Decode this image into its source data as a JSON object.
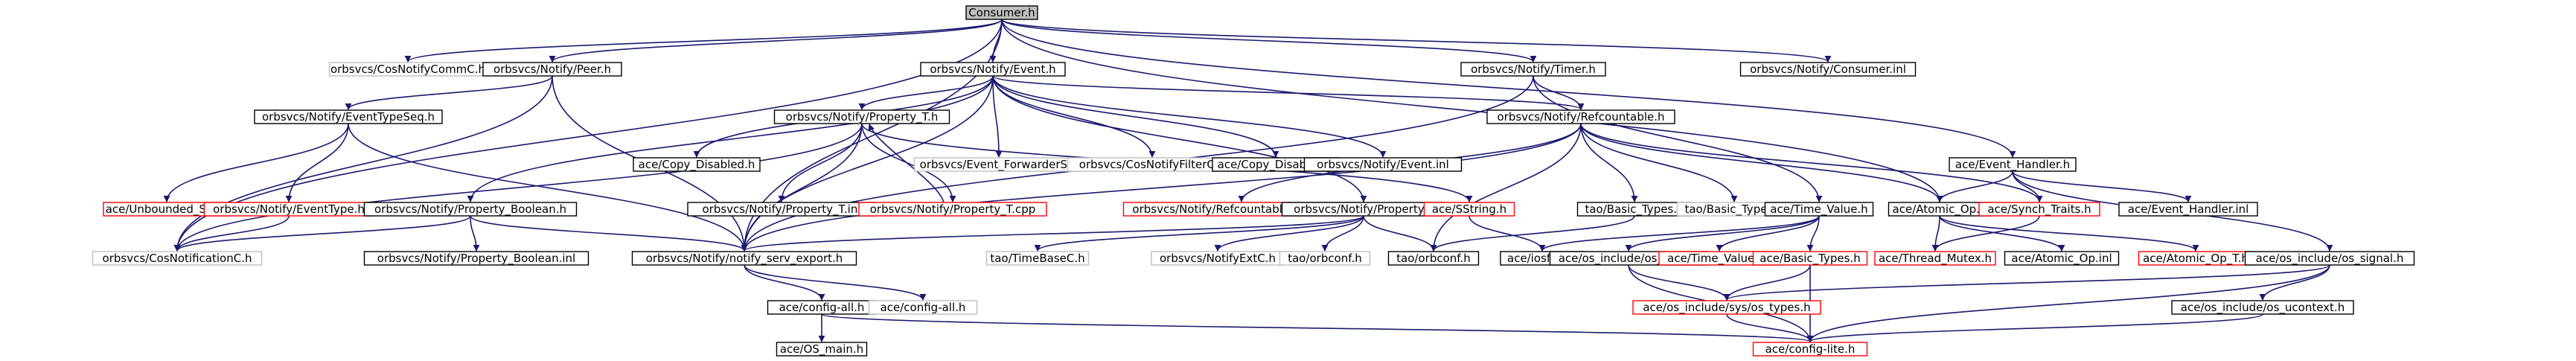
{
  "nodes": [
    {
      "id": "consumer_h",
      "label": "Consumer.h",
      "style": "root"
    },
    {
      "id": "cosnotifycommc_h",
      "label": "orbsvcs/CosNotifyCommC.h",
      "style": "external"
    },
    {
      "id": "peer_h",
      "label": "orbsvcs/Notify/Peer.h",
      "style": "normal"
    },
    {
      "id": "event_h",
      "label": "orbsvcs/Notify/Event.h",
      "style": "normal"
    },
    {
      "id": "timer_h",
      "label": "orbsvcs/Notify/Timer.h",
      "style": "normal"
    },
    {
      "id": "consumer_inl",
      "label": "orbsvcs/Notify/Consumer.inl",
      "style": "normal"
    },
    {
      "id": "eventtypeseq_h",
      "label": "orbsvcs/Notify/EventTypeSeq.h",
      "style": "normal"
    },
    {
      "id": "copy_disabled_h_1",
      "label": "ace/Copy_Disabled.h",
      "style": "normal"
    },
    {
      "id": "property_t_h",
      "label": "orbsvcs/Notify/Property_T.h",
      "style": "normal"
    },
    {
      "id": "event_forwarders_h",
      "label": "orbsvcs/Event_ForwarderS.h",
      "style": "external"
    },
    {
      "id": "cosnotifyfilterc_h",
      "label": "orbsvcs/CosNotifyFilterC.h",
      "style": "external"
    },
    {
      "id": "copy_disabled_h_2",
      "label": "ace/Copy_Disabled.h",
      "style": "normal"
    },
    {
      "id": "event_inl",
      "label": "orbsvcs/Notify/Event.inl",
      "style": "normal"
    },
    {
      "id": "refcountable_h",
      "label": "orbsvcs/Notify/Refcountable.h",
      "style": "normal"
    },
    {
      "id": "event_handler_h",
      "label": "ace/Event_Handler.h",
      "style": "normal"
    },
    {
      "id": "unbounded_set_h",
      "label": "ace/Unbounded_Set.h",
      "style": "missing"
    },
    {
      "id": "eventtype_h",
      "label": "orbsvcs/Notify/EventType.h",
      "style": "missing"
    },
    {
      "id": "property_boolean_h",
      "label": "orbsvcs/Notify/Property_Boolean.h",
      "style": "normal"
    },
    {
      "id": "property_t_inl",
      "label": "orbsvcs/Notify/Property_T.inl",
      "style": "normal"
    },
    {
      "id": "property_t_cpp",
      "label": "orbsvcs/Notify/Property_T.cpp",
      "style": "missing"
    },
    {
      "id": "refcountable_guard_t_h",
      "label": "orbsvcs/Notify/Refcountable_Guard_T.h",
      "style": "missing"
    },
    {
      "id": "property_h",
      "label": "orbsvcs/Notify/Property.h",
      "style": "normal"
    },
    {
      "id": "sstring_h",
      "label": "ace/SString.h",
      "style": "missing"
    },
    {
      "id": "tao_basic_types_h",
      "label": "tao/Basic_Types.h",
      "style": "normal"
    },
    {
      "id": "tao_basic_types_h_ext",
      "label": "tao/Basic_Types.h",
      "style": "external"
    },
    {
      "id": "time_value_h",
      "label": "ace/Time_Value.h",
      "style": "normal"
    },
    {
      "id": "atomic_op_h",
      "label": "ace/Atomic_Op.h",
      "style": "normal"
    },
    {
      "id": "synch_traits_h",
      "label": "ace/Synch_Traits.h",
      "style": "missing"
    },
    {
      "id": "event_handler_inl",
      "label": "ace/Event_Handler.inl",
      "style": "normal"
    },
    {
      "id": "cosnotificationc_h",
      "label": "orbsvcs/CosNotificationC.h",
      "style": "external"
    },
    {
      "id": "property_boolean_inl",
      "label": "orbsvcs/Notify/Property_Boolean.inl",
      "style": "normal"
    },
    {
      "id": "notify_serv_export_h",
      "label": "orbsvcs/Notify/notify_serv_export.h",
      "style": "normal"
    },
    {
      "id": "timebasec_h",
      "label": "tao/TimeBaseC.h",
      "style": "external"
    },
    {
      "id": "notifyextc_h",
      "label": "orbsvcs/NotifyExtC.h",
      "style": "external"
    },
    {
      "id": "orbconf_h_ext",
      "label": "tao/orbconf.h",
      "style": "external"
    },
    {
      "id": "orbconf_h",
      "label": "tao/orbconf.h",
      "style": "normal"
    },
    {
      "id": "iosfwd_h",
      "label": "ace/iosfwd.h",
      "style": "normal"
    },
    {
      "id": "os_time_h",
      "label": "ace/os_include/os_time.h",
      "style": "normal"
    },
    {
      "id": "time_value_inl",
      "label": "ace/Time_Value.inl",
      "style": "missing"
    },
    {
      "id": "ace_basic_types_h",
      "label": "ace/Basic_Types.h",
      "style": "missing"
    },
    {
      "id": "thread_mutex_h",
      "label": "ace/Thread_Mutex.h",
      "style": "missing"
    },
    {
      "id": "atomic_op_inl",
      "label": "ace/Atomic_Op.inl",
      "style": "normal"
    },
    {
      "id": "atomic_op_t_h",
      "label": "ace/Atomic_Op_T.h",
      "style": "missing"
    },
    {
      "id": "os_signal_h",
      "label": "ace/os_include/os_signal.h",
      "style": "normal"
    },
    {
      "id": "config_all_h",
      "label": "ace/config-all.h",
      "style": "normal"
    },
    {
      "id": "config_all_h_ext",
      "label": "ace/config-all.h",
      "style": "external"
    },
    {
      "id": "sys_os_types_h",
      "label": "ace/os_include/sys/os_types.h",
      "style": "missing"
    },
    {
      "id": "os_ucontext_h",
      "label": "ace/os_include/os_ucontext.h",
      "style": "normal"
    },
    {
      "id": "os_main_h",
      "label": "ace/OS_main.h",
      "style": "normal"
    },
    {
      "id": "config_lite_h",
      "label": "ace/config-lite.h",
      "style": "missing"
    }
  ],
  "edges": [
    [
      "consumer_h",
      "cosnotifycommc_h"
    ],
    [
      "consumer_h",
      "peer_h"
    ],
    [
      "consumer_h",
      "event_h"
    ],
    [
      "consumer_h",
      "timer_h"
    ],
    [
      "consumer_h",
      "consumer_inl"
    ],
    [
      "consumer_h",
      "event_handler_h"
    ],
    [
      "consumer_h",
      "notify_serv_export_h"
    ],
    [
      "consumer_h",
      "cosnotificationc_h"
    ],
    [
      "consumer_h",
      "atomic_op_h"
    ],
    [
      "peer_h",
      "eventtypeseq_h"
    ],
    [
      "peer_h",
      "notify_serv_export_h"
    ],
    [
      "peer_h",
      "cosnotificationc_h"
    ],
    [
      "event_h",
      "copy_disabled_h_1"
    ],
    [
      "event_h",
      "property_t_h"
    ],
    [
      "event_h",
      "event_forwarders_h"
    ],
    [
      "event_h",
      "cosnotifyfilterc_h"
    ],
    [
      "event_h",
      "copy_disabled_h_2"
    ],
    [
      "event_h",
      "event_inl"
    ],
    [
      "event_h",
      "refcountable_h"
    ],
    [
      "event_h",
      "property_boolean_h"
    ],
    [
      "event_h",
      "property_h"
    ],
    [
      "event_h",
      "notify_serv_export_h"
    ],
    [
      "timer_h",
      "refcountable_h"
    ],
    [
      "timer_h",
      "time_value_h"
    ],
    [
      "timer_h",
      "notify_serv_export_h"
    ],
    [
      "eventtypeseq_h",
      "unbounded_set_h"
    ],
    [
      "eventtypeseq_h",
      "eventtype_h"
    ],
    [
      "eventtypeseq_h",
      "notify_serv_export_h"
    ],
    [
      "eventtype_h",
      "cosnotificationc_h"
    ],
    [
      "property_t_h",
      "property_t_inl"
    ],
    [
      "property_t_h",
      "property_t_cpp"
    ],
    [
      "property_t_h",
      "sstring_h"
    ],
    [
      "property_t_h",
      "cosnotificationc_h"
    ],
    [
      "property_t_h",
      "notify_serv_export_h"
    ],
    [
      "property_t_cpp",
      "property_t_h"
    ],
    [
      "property_boolean_h",
      "property_boolean_inl"
    ],
    [
      "property_boolean_h",
      "notify_serv_export_h"
    ],
    [
      "property_boolean_h",
      "cosnotificationc_h"
    ],
    [
      "refcountable_h",
      "refcountable_guard_t_h"
    ],
    [
      "refcountable_h",
      "tao_basic_types_h"
    ],
    [
      "refcountable_h",
      "tao_basic_types_h_ext"
    ],
    [
      "refcountable_h",
      "atomic_op_h"
    ],
    [
      "refcountable_h",
      "synch_traits_h"
    ],
    [
      "refcountable_h",
      "orbconf_h"
    ],
    [
      "refcountable_h",
      "notify_serv_export_h"
    ],
    [
      "property_h",
      "timebasec_h"
    ],
    [
      "property_h",
      "notifyextc_h"
    ],
    [
      "property_h",
      "orbconf_h_ext"
    ],
    [
      "property_h",
      "orbconf_h"
    ],
    [
      "property_h",
      "notify_serv_export_h"
    ],
    [
      "sstring_h",
      "iosfwd_h"
    ],
    [
      "tao_basic_types_h",
      "orbconf_h"
    ],
    [
      "time_value_h",
      "iosfwd_h"
    ],
    [
      "time_value_h",
      "os_time_h"
    ],
    [
      "time_value_h",
      "time_value_inl"
    ],
    [
      "time_value_h",
      "ace_basic_types_h"
    ],
    [
      "atomic_op_h",
      "thread_mutex_h"
    ],
    [
      "atomic_op_h",
      "atomic_op_inl"
    ],
    [
      "atomic_op_h",
      "atomic_op_t_h"
    ],
    [
      "event_handler_h",
      "atomic_op_h"
    ],
    [
      "event_handler_h",
      "synch_traits_h"
    ],
    [
      "event_handler_h",
      "event_handler_inl"
    ],
    [
      "event_handler_h",
      "os_signal_h"
    ],
    [
      "synch_traits_h",
      "thread_mutex_h"
    ],
    [
      "notify_serv_export_h",
      "config_all_h"
    ],
    [
      "notify_serv_export_h",
      "config_all_h_ext"
    ],
    [
      "os_time_h",
      "sys_os_types_h"
    ],
    [
      "os_time_h",
      "config_lite_h"
    ],
    [
      "ace_basic_types_h",
      "sys_os_types_h"
    ],
    [
      "ace_basic_types_h",
      "config_lite_h"
    ],
    [
      "os_signal_h",
      "sys_os_types_h"
    ],
    [
      "os_signal_h",
      "os_ucontext_h"
    ],
    [
      "os_signal_h",
      "config_lite_h"
    ],
    [
      "os_ucontext_h",
      "config_lite_h"
    ],
    [
      "config_all_h",
      "os_main_h"
    ],
    [
      "config_all_h",
      "config_lite_h"
    ],
    [
      "sys_os_types_h",
      "config_lite_h"
    ]
  ],
  "styles": {
    "root": {
      "fill": "#bfbfbf",
      "stroke": "#000000",
      "text": "#000000"
    },
    "normal": {
      "fill": "#ffffff",
      "stroke": "#000000",
      "text": "#000000"
    },
    "missing": {
      "fill": "#ffffff",
      "stroke": "#ff0000",
      "text": "#000000"
    },
    "external": {
      "fill": "#ffffff",
      "stroke": "#bfbfbf",
      "text": "#000000"
    },
    "edge": "#191970"
  }
}
